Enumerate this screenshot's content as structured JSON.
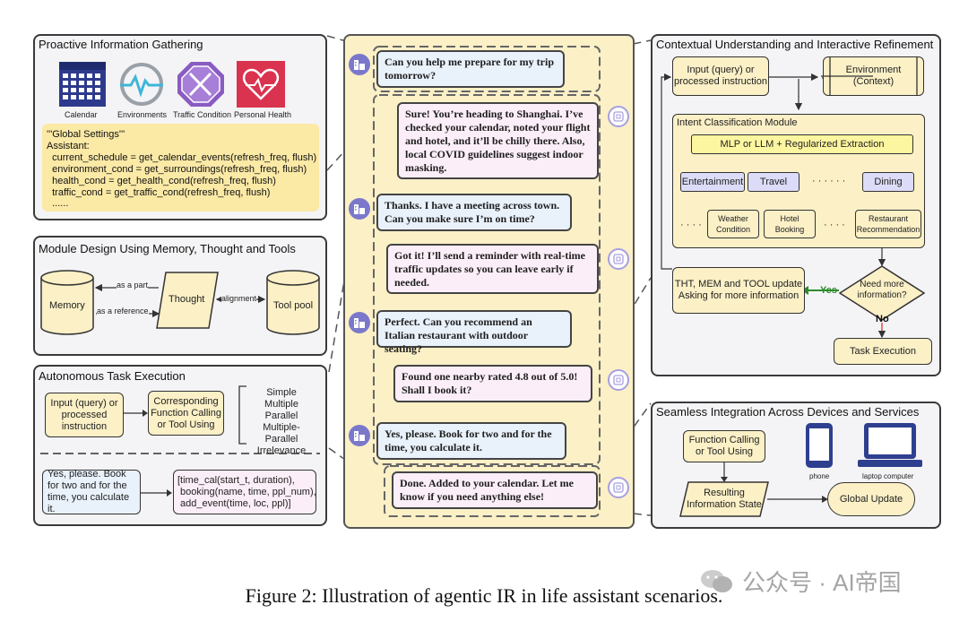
{
  "proactive": {
    "title": "Proactive Information Gathering",
    "icons": [
      "Calendar",
      "Environments",
      "Traffic Condition",
      "Personal Health"
    ],
    "code": [
      "'''Global Settings'''",
      "Assistant:",
      "  current_schedule = get_calendar_events(refresh_freq, flush)",
      "  environment_cond = get_surroundings(refresh_freq, flush)",
      "  health_cond = get_health_cond(refresh_freq, flush)",
      "  traffic_cond = get_traffic_cond(refresh_freq, flush)",
      "  ......"
    ]
  },
  "module": {
    "title": "Module Design Using Memory, Thought and Tools",
    "memory": "Memory",
    "thought": "Thought",
    "toolpool": "Tool pool",
    "as_part": "as a part",
    "as_reference": "as a reference",
    "alignment": "alignment"
  },
  "autonomous": {
    "title": "Autonomous Task Execution",
    "input": "Input (query) or processed instruction",
    "function": "Corresponding Function Calling or Tool Using",
    "types": [
      "Simple",
      "Multiple",
      "Parallel",
      "Multiple-Parallel",
      "Irrelevance"
    ],
    "example_query": "Yes, please. Book for two and for the time, you calculate it.",
    "example_calls": [
      "[time_cal(start_t, duration),",
      " booking(name, time, ppl_num),",
      " add_event(time, loc, ppl)]"
    ]
  },
  "chat": [
    {
      "role": "user",
      "text": "Can you help me prepare for my trip tomorrow?"
    },
    {
      "role": "bot",
      "text": "Sure! You’re heading to Shanghai. I’ve checked your calendar, noted your flight and hotel, and it’ll be chilly there. Also, local COVID guidelines suggest indoor masking."
    },
    {
      "role": "user",
      "text": "Thanks. I have a meeting across town. Can you make sure I’m on time?"
    },
    {
      "role": "bot",
      "text": "Got it! I’ll send a reminder with real-time traffic updates so you can leave early if needed."
    },
    {
      "role": "user",
      "text": "Perfect. Can you recommend an Italian restaurant with outdoor seating?"
    },
    {
      "role": "bot",
      "text": "Found one nearby rated 4.8 out of 5.0! Shall I book it?"
    },
    {
      "role": "user",
      "text": "Yes, please. Book for two and for the time, you calculate it."
    },
    {
      "role": "bot",
      "text": "Done. Added to your calendar. Let me know if you need anything else!"
    }
  ],
  "contextual": {
    "title": "Contextual Understanding and Interactive Refinement",
    "input": "Input (query) or processed instruction",
    "environment": "Environment (Context)",
    "intent_title": "Intent Classification Module",
    "mlp": "MLP or LLM + Regularized Extraction",
    "entertainment": "Entertainment",
    "travel": "Travel",
    "dots": "· · · · · ·",
    "dining": "Dining",
    "weather": "Weather Condition",
    "hotel": "Hotel Booking",
    "restaurant": "Restaurant Recommendation",
    "small_dots": "· · · ·",
    "update": "THT, MEM and TOOL update Asking for more information",
    "need_more": "Need more information?",
    "yes": "Yes",
    "no": "No",
    "task": "Task Execution"
  },
  "seamless": {
    "title": "Seamless Integration Across Devices and Services",
    "function": "Function Calling or Tool Using",
    "phone": "phone",
    "laptop": "laptop computer",
    "resulting": "Resulting Information State",
    "global": "Global Update"
  },
  "caption": "Figure 2: Illustration of agentic IR in life assistant scenarios.",
  "watermark": "公众号 · AI帝国",
  "colors": {
    "yellow": "#fbf0c6",
    "lavender": "#dcdcf8",
    "panel": "#f4f4f6",
    "user_bubble": "#e9f1fb",
    "bot_bubble": "#fbeef8",
    "mlp": "#fdf6a0",
    "green": "#2e8b2e",
    "red": "#d22"
  }
}
